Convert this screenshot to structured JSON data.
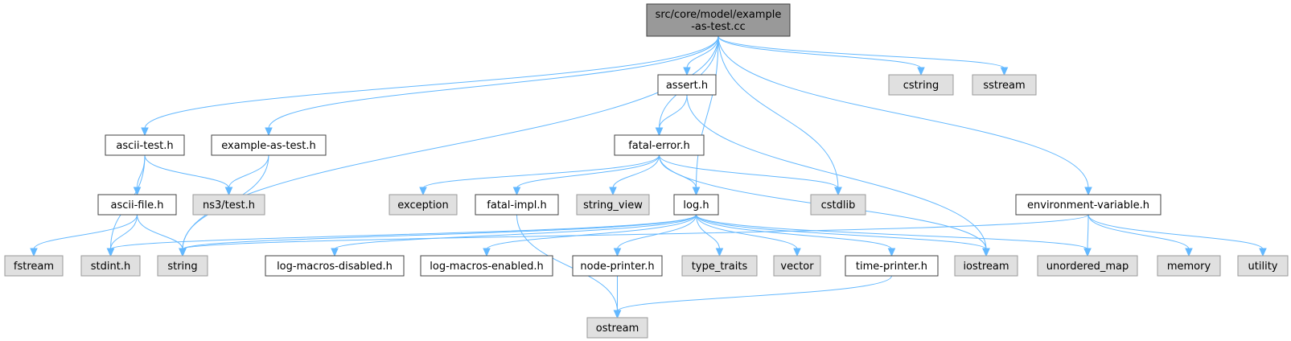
{
  "nodes": [
    {
      "id": "root",
      "lines": [
        "src/core/model/example",
        "-as-test.cc"
      ],
      "kind": "root"
    },
    {
      "id": "assert",
      "lines": [
        "assert.h"
      ],
      "kind": "header"
    },
    {
      "id": "cstring",
      "lines": [
        "cstring"
      ],
      "kind": "sys"
    },
    {
      "id": "sstream",
      "lines": [
        "sstream"
      ],
      "kind": "sys"
    },
    {
      "id": "ascii_test",
      "lines": [
        "ascii-test.h"
      ],
      "kind": "header"
    },
    {
      "id": "example_as_test_h",
      "lines": [
        "example-as-test.h"
      ],
      "kind": "header"
    },
    {
      "id": "fatal_error",
      "lines": [
        "fatal-error.h"
      ],
      "kind": "header"
    },
    {
      "id": "ascii_file",
      "lines": [
        "ascii-file.h"
      ],
      "kind": "header"
    },
    {
      "id": "ns3_test",
      "lines": [
        "ns3/test.h"
      ],
      "kind": "sys"
    },
    {
      "id": "exception",
      "lines": [
        "exception"
      ],
      "kind": "sys"
    },
    {
      "id": "fatal_impl",
      "lines": [
        "fatal-impl.h"
      ],
      "kind": "header"
    },
    {
      "id": "string_view",
      "lines": [
        "string_view"
      ],
      "kind": "sys"
    },
    {
      "id": "log",
      "lines": [
        "log.h"
      ],
      "kind": "header"
    },
    {
      "id": "cstdlib",
      "lines": [
        "cstdlib"
      ],
      "kind": "sys"
    },
    {
      "id": "env_var",
      "lines": [
        "environment-variable.h"
      ],
      "kind": "header"
    },
    {
      "id": "fstream",
      "lines": [
        "fstream"
      ],
      "kind": "sys"
    },
    {
      "id": "stdint",
      "lines": [
        "stdint.h"
      ],
      "kind": "sys"
    },
    {
      "id": "string",
      "lines": [
        "string"
      ],
      "kind": "sys"
    },
    {
      "id": "log_macros_disabled",
      "lines": [
        "log-macros-disabled.h"
      ],
      "kind": "header"
    },
    {
      "id": "log_macros_enabled",
      "lines": [
        "log-macros-enabled.h"
      ],
      "kind": "header"
    },
    {
      "id": "node_printer",
      "lines": [
        "node-printer.h"
      ],
      "kind": "header"
    },
    {
      "id": "type_traits",
      "lines": [
        "type_traits"
      ],
      "kind": "sys"
    },
    {
      "id": "vector",
      "lines": [
        "vector"
      ],
      "kind": "sys"
    },
    {
      "id": "time_printer",
      "lines": [
        "time-printer.h"
      ],
      "kind": "header"
    },
    {
      "id": "iostream",
      "lines": [
        "iostream"
      ],
      "kind": "sys"
    },
    {
      "id": "unordered_map",
      "lines": [
        "unordered_map"
      ],
      "kind": "sys"
    },
    {
      "id": "memory",
      "lines": [
        "memory"
      ],
      "kind": "sys"
    },
    {
      "id": "utility",
      "lines": [
        "utility"
      ],
      "kind": "sys"
    },
    {
      "id": "ostream",
      "lines": [
        "ostream"
      ],
      "kind": "sys"
    }
  ],
  "edges": [
    [
      "root",
      "assert"
    ],
    [
      "root",
      "cstring"
    ],
    [
      "root",
      "sstream"
    ],
    [
      "root",
      "ascii_test"
    ],
    [
      "root",
      "example_as_test_h"
    ],
    [
      "root",
      "fatal_error"
    ],
    [
      "root",
      "log"
    ],
    [
      "root",
      "cstdlib"
    ],
    [
      "root",
      "env_var"
    ],
    [
      "root",
      "string"
    ],
    [
      "assert",
      "fatal_error"
    ],
    [
      "assert",
      "iostream"
    ],
    [
      "ascii_test",
      "ascii_file"
    ],
    [
      "ascii_test",
      "ns3_test"
    ],
    [
      "ascii_test",
      "stdint"
    ],
    [
      "example_as_test_h",
      "ns3_test"
    ],
    [
      "example_as_test_h",
      "string"
    ],
    [
      "ascii_file",
      "fstream"
    ],
    [
      "ascii_file",
      "stdint"
    ],
    [
      "ascii_file",
      "string"
    ],
    [
      "fatal_error",
      "exception"
    ],
    [
      "fatal_error",
      "fatal_impl"
    ],
    [
      "fatal_error",
      "string_view"
    ],
    [
      "fatal_error",
      "log"
    ],
    [
      "fatal_error",
      "cstdlib"
    ],
    [
      "fatal_error",
      "iostream"
    ],
    [
      "fatal_impl",
      "ostream"
    ],
    [
      "log",
      "stdint"
    ],
    [
      "log",
      "string"
    ],
    [
      "log",
      "log_macros_disabled"
    ],
    [
      "log",
      "log_macros_enabled"
    ],
    [
      "log",
      "node_printer"
    ],
    [
      "log",
      "type_traits"
    ],
    [
      "log",
      "vector"
    ],
    [
      "log",
      "time_printer"
    ],
    [
      "log",
      "iostream"
    ],
    [
      "log",
      "unordered_map"
    ],
    [
      "env_var",
      "string"
    ],
    [
      "env_var",
      "unordered_map"
    ],
    [
      "env_var",
      "memory"
    ],
    [
      "env_var",
      "utility"
    ],
    [
      "node_printer",
      "ostream"
    ],
    [
      "time_printer",
      "ostream"
    ]
  ]
}
